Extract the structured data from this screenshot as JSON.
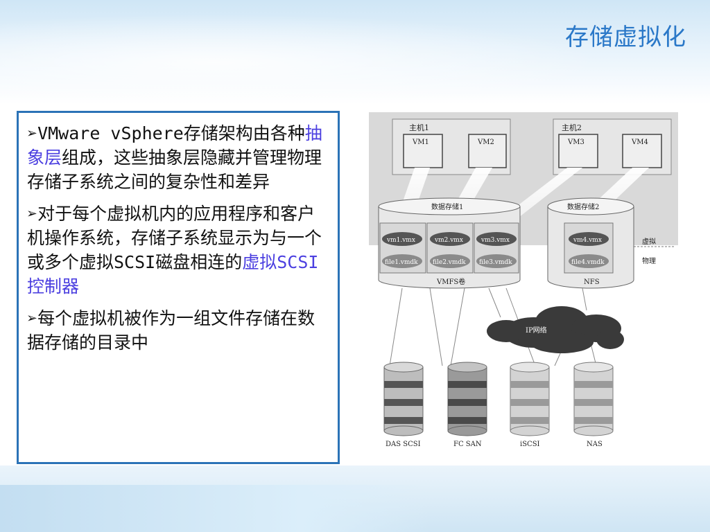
{
  "slide": {
    "title": "存储虚拟化"
  },
  "bullets": [
    {
      "marker": "➢",
      "segments": [
        {
          "text": "VMware vSphere存储架构由各种",
          "highlight": false
        },
        {
          "text": "抽象层",
          "highlight": true
        },
        {
          "text": "组成，这些抽象层隐藏并管理物理存储子系统之间的复杂性和差异",
          "highlight": false
        }
      ]
    },
    {
      "marker": "➢",
      "segments": [
        {
          "text": "对于每个虚拟机内的应用程序和客户机操作系统，存储子系统显示为与一个或多个虚拟SCSI磁盘相连的",
          "highlight": false
        },
        {
          "text": "虚拟SCSI控制器",
          "highlight": true
        }
      ]
    },
    {
      "marker": "➢",
      "segments": [
        {
          "text": "每个虚拟机被作为一组文件存储在数据存储的目录中",
          "highlight": false
        }
      ]
    }
  ],
  "diagram": {
    "hosts": [
      {
        "label": "主机1",
        "vms": [
          "VM1",
          "VM2"
        ]
      },
      {
        "label": "主机2",
        "vms": [
          "VM3",
          "VM4"
        ]
      }
    ],
    "datastores": [
      {
        "label": "数据存储1",
        "type": "VMFS卷",
        "vmx": [
          "vm1.vmx",
          "vm2.vmx",
          "vm3.vmx"
        ],
        "vmdk": [
          "file1.vmdk",
          "file2.vmdk",
          "file3.vmdk"
        ]
      },
      {
        "label": "数据存储2",
        "type": "NFS",
        "vmx": [
          "vm4.vmx"
        ],
        "vmdk": [
          "file4.vmdk"
        ]
      }
    ],
    "layer_virtual": "虚拟",
    "layer_physical": "物理",
    "network": "IP网络",
    "storage": [
      "DAS SCSI",
      "FC SAN",
      "iSCSI",
      "NAS"
    ]
  },
  "colors": {
    "title": "#2a78c8",
    "highlight": "#4b3fe0",
    "border": "#2b73b7"
  }
}
